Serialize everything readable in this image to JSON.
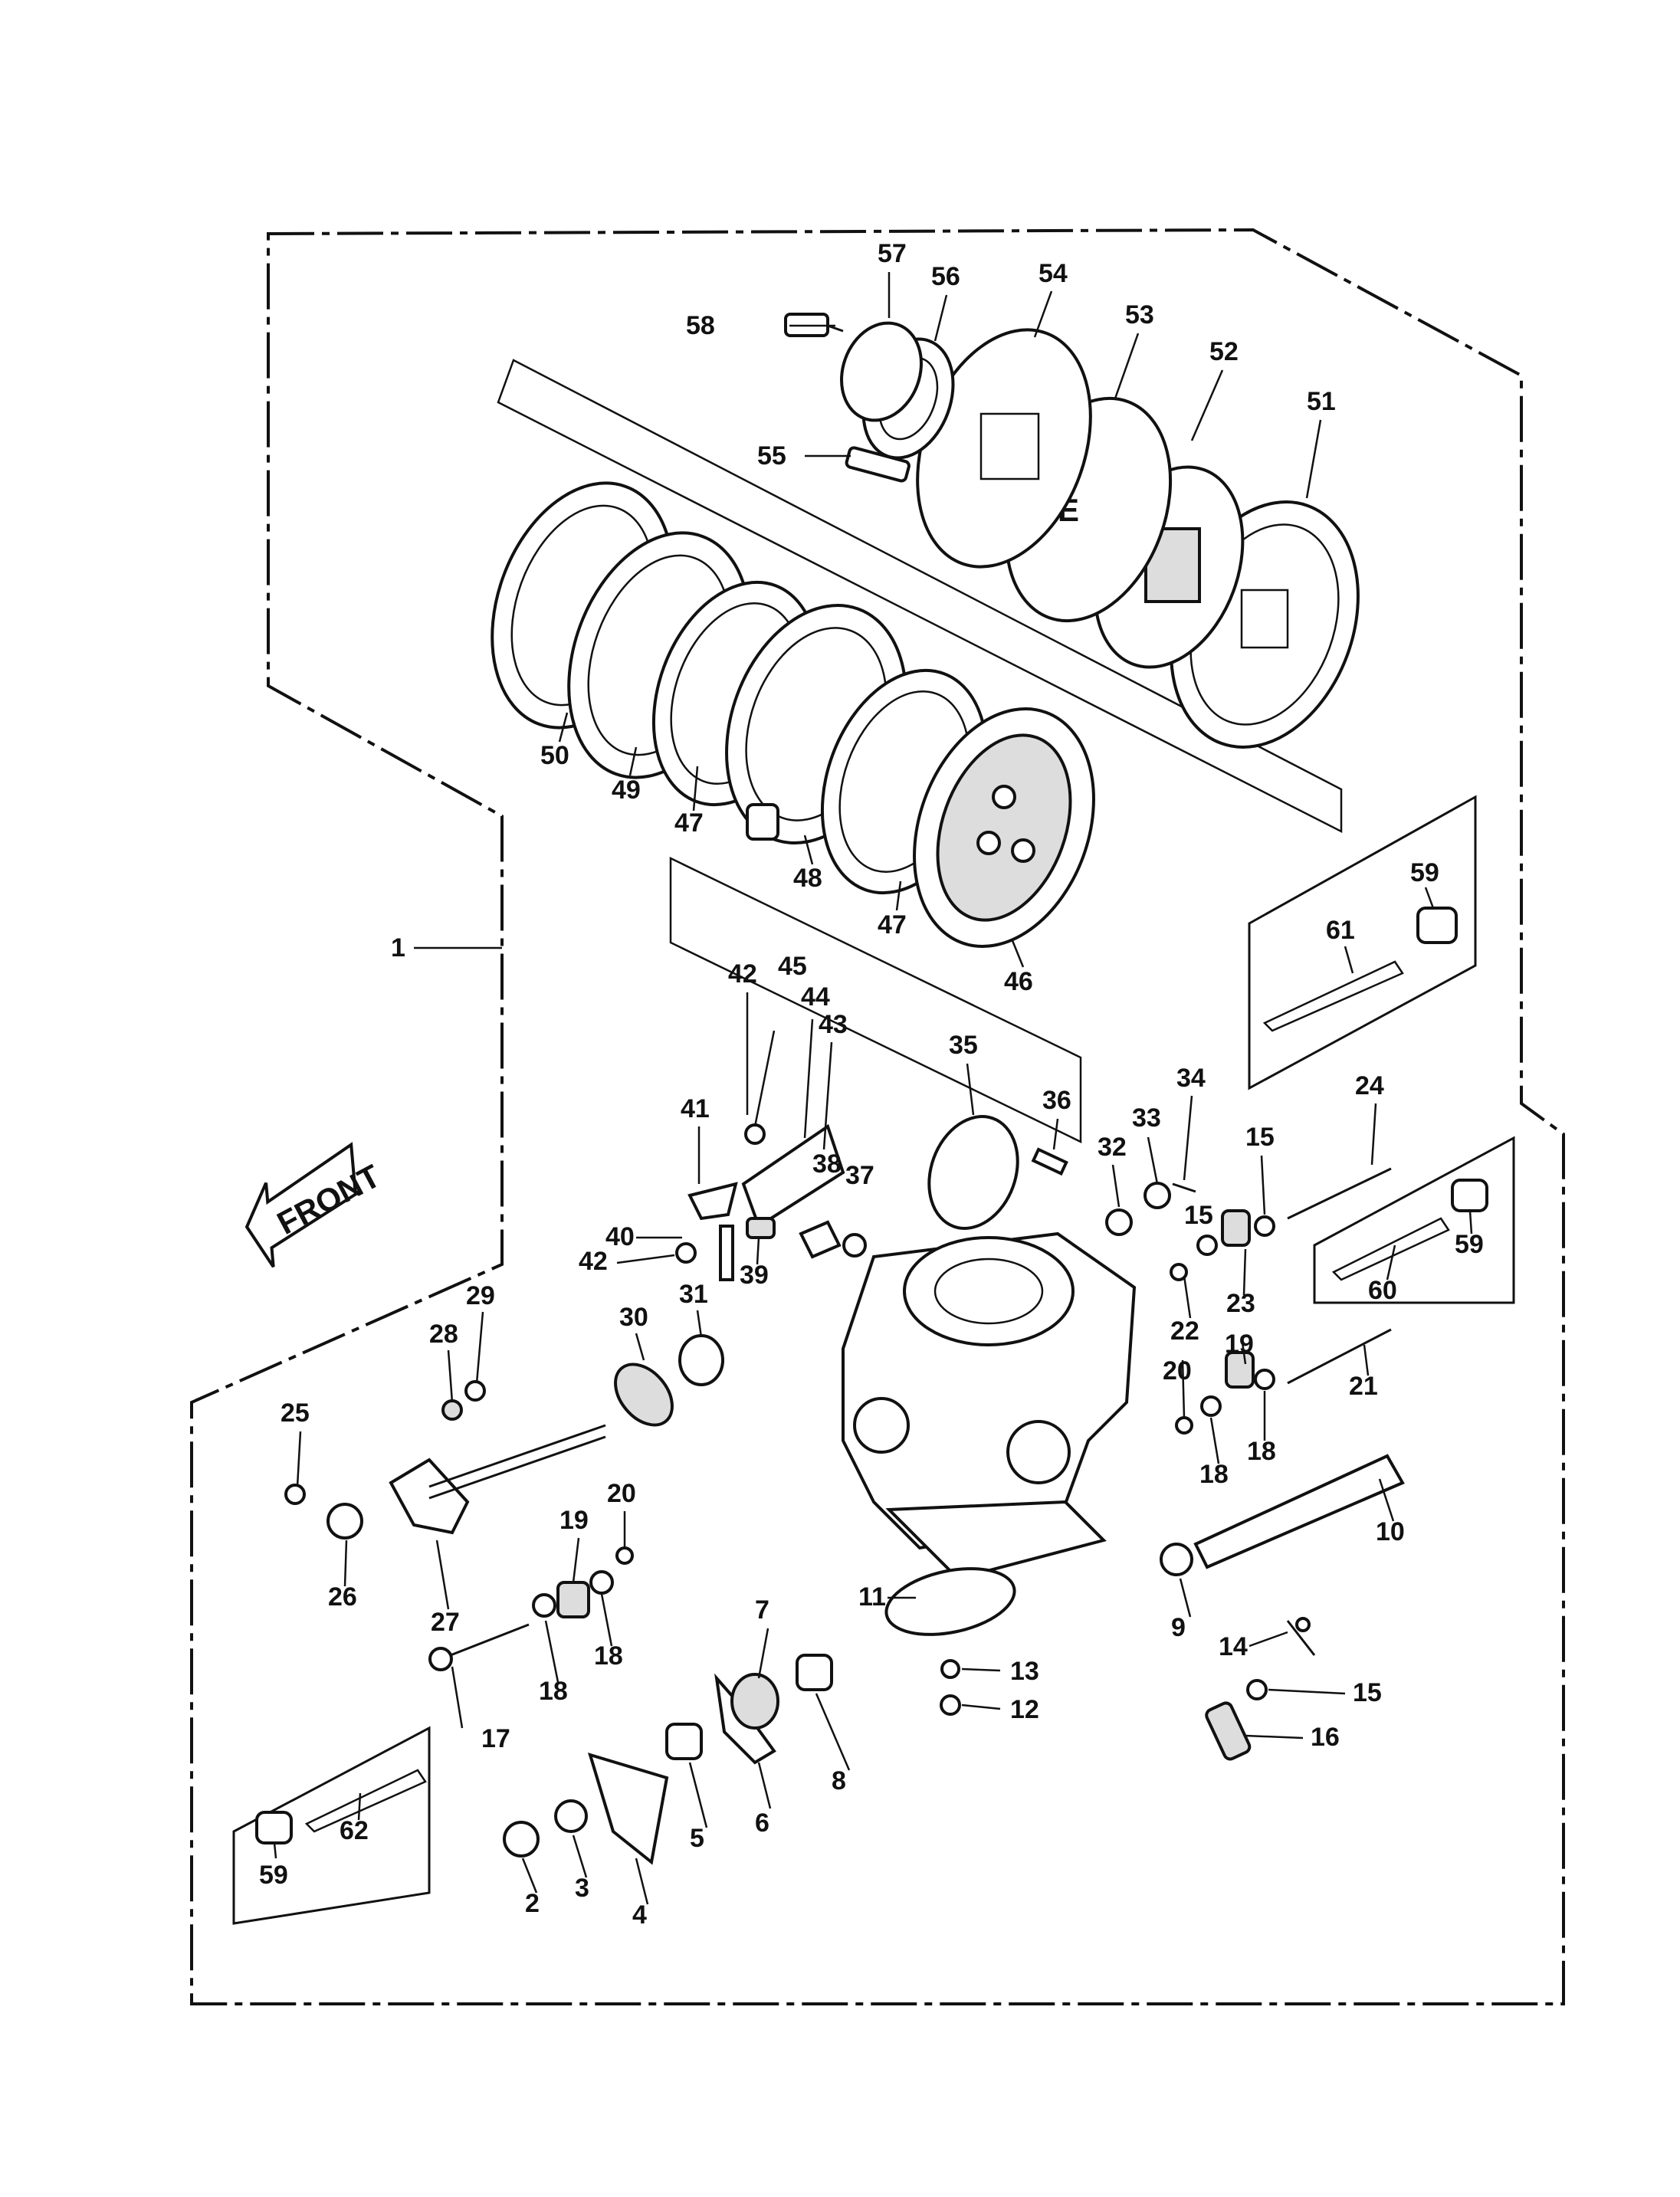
{
  "front_label": "FRONT",
  "callouts": [
    {
      "id": "c1",
      "text": "1"
    },
    {
      "id": "c2",
      "text": "2"
    },
    {
      "id": "c3",
      "text": "3"
    },
    {
      "id": "c4",
      "text": "4"
    },
    {
      "id": "c5",
      "text": "5"
    },
    {
      "id": "c6",
      "text": "6"
    },
    {
      "id": "c7",
      "text": "7"
    },
    {
      "id": "c8",
      "text": "8"
    },
    {
      "id": "c9",
      "text": "9"
    },
    {
      "id": "c10",
      "text": "10"
    },
    {
      "id": "c11",
      "text": "11"
    },
    {
      "id": "c12",
      "text": "12"
    },
    {
      "id": "c13",
      "text": "13"
    },
    {
      "id": "c14",
      "text": "14"
    },
    {
      "id": "c15a",
      "text": "15"
    },
    {
      "id": "c15b",
      "text": "15"
    },
    {
      "id": "c15c",
      "text": "15"
    },
    {
      "id": "c16",
      "text": "16"
    },
    {
      "id": "c17",
      "text": "17"
    },
    {
      "id": "c18a",
      "text": "18"
    },
    {
      "id": "c18b",
      "text": "18"
    },
    {
      "id": "c18c",
      "text": "18"
    },
    {
      "id": "c18d",
      "text": "18"
    },
    {
      "id": "c19a",
      "text": "19"
    },
    {
      "id": "c19b",
      "text": "19"
    },
    {
      "id": "c20a",
      "text": "20"
    },
    {
      "id": "c20b",
      "text": "20"
    },
    {
      "id": "c21",
      "text": "21"
    },
    {
      "id": "c22",
      "text": "22"
    },
    {
      "id": "c23",
      "text": "23"
    },
    {
      "id": "c24",
      "text": "24"
    },
    {
      "id": "c25",
      "text": "25"
    },
    {
      "id": "c26",
      "text": "26"
    },
    {
      "id": "c27",
      "text": "27"
    },
    {
      "id": "c28",
      "text": "28"
    },
    {
      "id": "c29",
      "text": "29"
    },
    {
      "id": "c30",
      "text": "30"
    },
    {
      "id": "c31",
      "text": "31"
    },
    {
      "id": "c32",
      "text": "32"
    },
    {
      "id": "c33",
      "text": "33"
    },
    {
      "id": "c34",
      "text": "34"
    },
    {
      "id": "c35",
      "text": "35"
    },
    {
      "id": "c36",
      "text": "36"
    },
    {
      "id": "c37",
      "text": "37"
    },
    {
      "id": "c38",
      "text": "38"
    },
    {
      "id": "c39",
      "text": "39"
    },
    {
      "id": "c40",
      "text": "40"
    },
    {
      "id": "c41",
      "text": "41"
    },
    {
      "id": "c42a",
      "text": "42"
    },
    {
      "id": "c42b",
      "text": "42"
    },
    {
      "id": "c43",
      "text": "43"
    },
    {
      "id": "c44",
      "text": "44"
    },
    {
      "id": "c45",
      "text": "45"
    },
    {
      "id": "c46",
      "text": "46"
    },
    {
      "id": "c47a",
      "text": "47"
    },
    {
      "id": "c47b",
      "text": "47"
    },
    {
      "id": "c48",
      "text": "48"
    },
    {
      "id": "c49",
      "text": "49"
    },
    {
      "id": "c50",
      "text": "50"
    },
    {
      "id": "c51",
      "text": "51"
    },
    {
      "id": "c52",
      "text": "52"
    },
    {
      "id": "c53",
      "text": "53"
    },
    {
      "id": "c54",
      "text": "54"
    },
    {
      "id": "c55",
      "text": "55"
    },
    {
      "id": "c56",
      "text": "56"
    },
    {
      "id": "c57",
      "text": "57"
    },
    {
      "id": "c58",
      "text": "58"
    },
    {
      "id": "c59a",
      "text": "59"
    },
    {
      "id": "c59b",
      "text": "59"
    },
    {
      "id": "c59c",
      "text": "59"
    },
    {
      "id": "c60",
      "text": "60"
    },
    {
      "id": "c61",
      "text": "61"
    },
    {
      "id": "c62",
      "text": "62"
    }
  ]
}
